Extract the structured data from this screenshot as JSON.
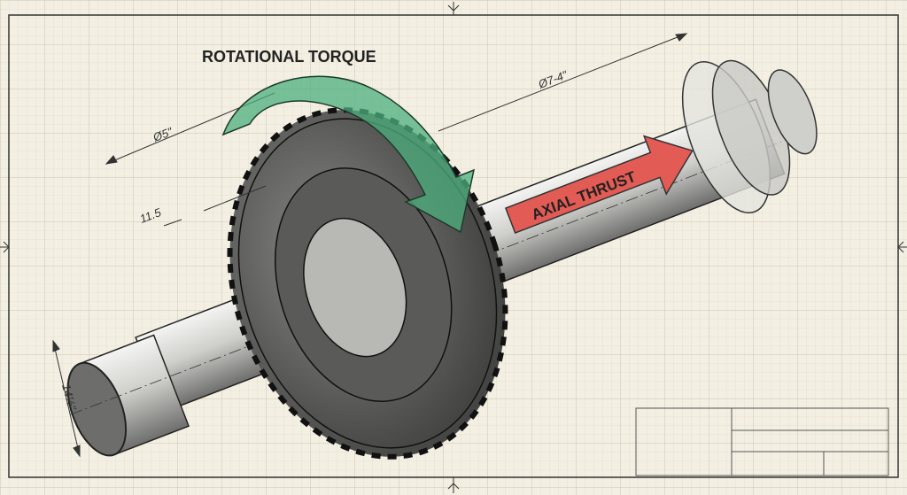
{
  "labels": {
    "torque": "ROTATIONAL TORQUE",
    "thrust": "AXIAL THRUST"
  },
  "dimensions": {
    "gear_diameter": "Ø5\"",
    "shaft_diameter": "Ø7-4\"",
    "step_length": "11.5",
    "end_diameter": "14½\""
  },
  "colors": {
    "paper": "#f3efe2",
    "grid": "#d9d3c2",
    "torque_arrow": "#4caf7d",
    "thrust_arrow": "#e35b55"
  }
}
